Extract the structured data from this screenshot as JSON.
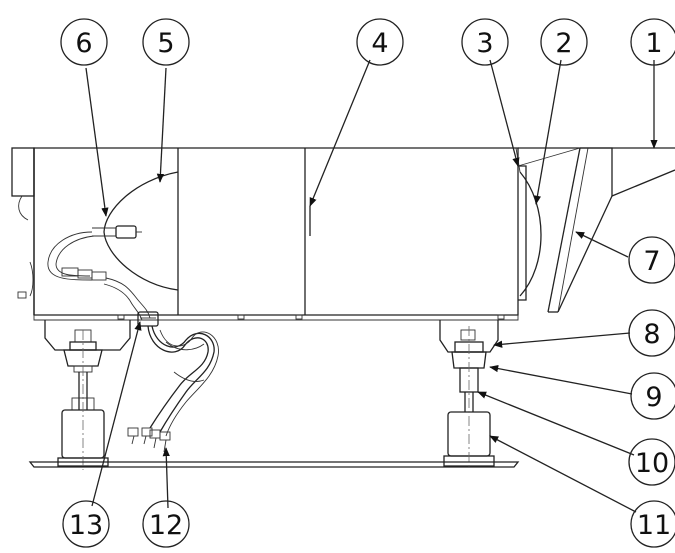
{
  "diagram": {
    "callouts": [
      {
        "id": 1,
        "label": "1"
      },
      {
        "id": 2,
        "label": "2"
      },
      {
        "id": 3,
        "label": "3"
      },
      {
        "id": 4,
        "label": "4"
      },
      {
        "id": 5,
        "label": "5"
      },
      {
        "id": 6,
        "label": "6"
      },
      {
        "id": 7,
        "label": "7"
      },
      {
        "id": 8,
        "label": "8"
      },
      {
        "id": 9,
        "label": "9"
      },
      {
        "id": 10,
        "label": "10"
      },
      {
        "id": 11,
        "label": "11"
      },
      {
        "id": 12,
        "label": "12"
      },
      {
        "id": 13,
        "label": "13"
      }
    ]
  }
}
